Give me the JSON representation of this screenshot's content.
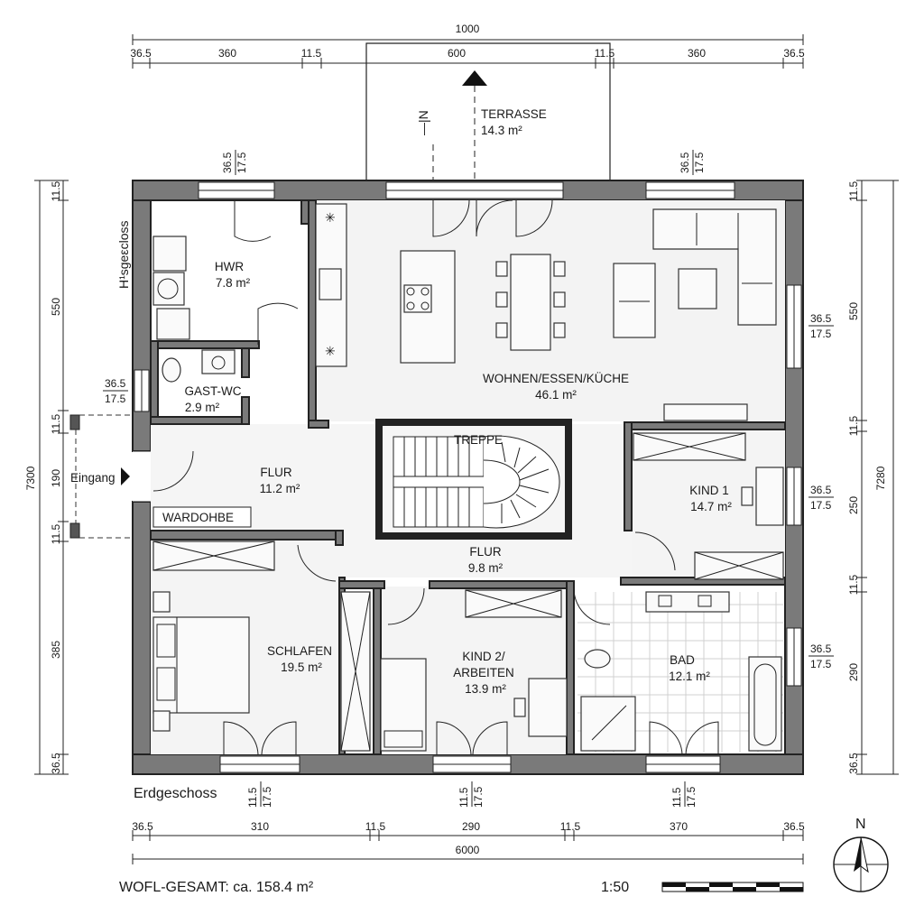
{
  "plan": {
    "floor_label": "Erdgeschoss",
    "total_area": "WOFL-GESAMT: ca. 158.4 m²",
    "scale": "1:50",
    "north": "N",
    "side_label": "H¹sgeεcloss",
    "north_arrow_mark": "—|N",
    "entrance": "Eingang",
    "wardrobe": "WARDOHBE"
  },
  "rooms": {
    "terrasse": {
      "name": "TERRASSE",
      "area": "14.3 m²"
    },
    "hwr": {
      "name": "HWR",
      "area": "7.8 m²"
    },
    "gast_wc": {
      "name": "GAST-WC",
      "area": "2.9 m²"
    },
    "wohnen": {
      "name": "WOHNEN/ESSEN/KÜCHE",
      "area": "46.1 m²"
    },
    "flur1": {
      "name": "FLUR",
      "area": "11.2 m²"
    },
    "treppe": {
      "name": "TREPPE"
    },
    "flur2": {
      "name": "FLUR",
      "area": "9.8 m²"
    },
    "kind1": {
      "name": "KIND 1",
      "area": "14.7 m²"
    },
    "schlafen": {
      "name": "SCHLAFEN",
      "area": "19.5 m²"
    },
    "kind2": {
      "name": "KIND 2/",
      "name2": "ARBEITEN",
      "area": "13.9 m²"
    },
    "bad": {
      "name": "BAD",
      "area": "12.1 m²"
    }
  },
  "dims": {
    "top_total": "1000",
    "top": [
      "36.5",
      "360",
      "11.5",
      "600",
      "11.5",
      "360",
      "36.5"
    ],
    "bottom_total": "6000",
    "bottom": [
      "36.5",
      "310",
      "11.5",
      "290",
      "11.5",
      "370",
      "36.5"
    ],
    "left_total": "7300",
    "left": [
      "11.5",
      "550",
      "11.5",
      "190",
      "11.5",
      "385",
      "36.5"
    ],
    "right_total": "7280",
    "right": [
      "11.5",
      "550",
      "11.5",
      "250",
      "11.5",
      "290",
      "36.5"
    ],
    "window_top_l": [
      "36.5",
      "17.5"
    ],
    "window_top_r": [
      "36.5",
      "17.5"
    ],
    "window_r1": [
      "36.5",
      "17.5"
    ],
    "window_r2": [
      "36.5",
      "17.5"
    ],
    "window_r3": [
      "36.5",
      "17.5"
    ],
    "window_l": [
      "36.5",
      "17.5"
    ],
    "window_b1": [
      "11.5",
      "17.5"
    ],
    "window_b2": [
      "11.5",
      "17.5"
    ],
    "window_b3": [
      "11.5",
      "17.5"
    ]
  }
}
